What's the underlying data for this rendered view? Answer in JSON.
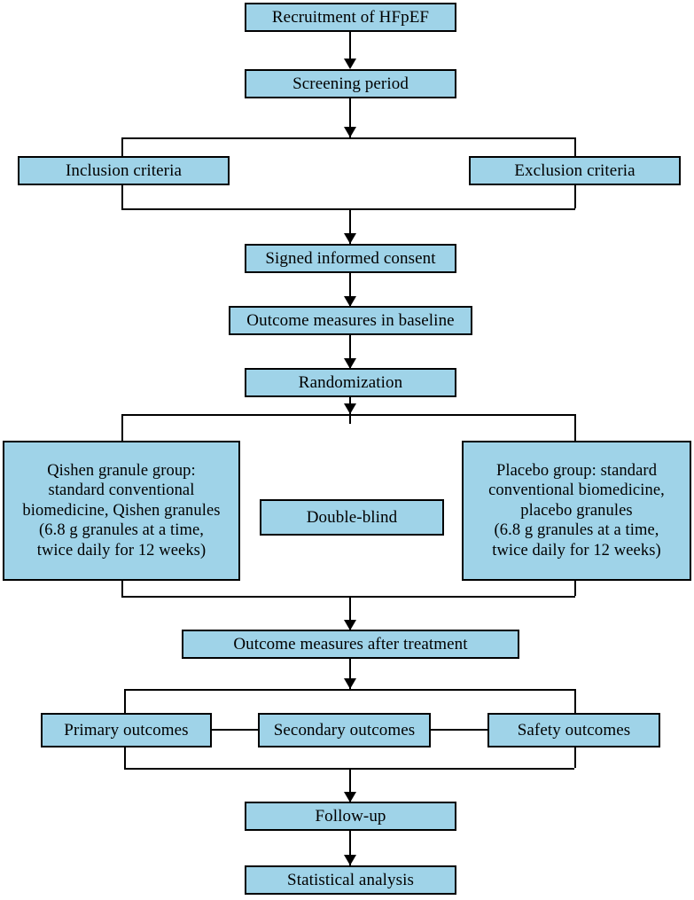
{
  "diagram": {
    "title": "HFpEF Qishen granule randomized controlled trial flowchart",
    "fill_color": "#9fd3e8",
    "border_color": "#000000",
    "background_color": "#ffffff"
  },
  "nodes": {
    "recruitment": "Recruitment of HFpEF",
    "screening": "Screening period",
    "inclusion": "Inclusion criteria",
    "exclusion": "Exclusion criteria",
    "consent": "Signed informed consent",
    "baseline": "Outcome measures in baseline",
    "randomization": "Randomization",
    "qishen_group": "Qishen granule group:\nstandard conventional\nbiomedicine, Qishen granules\n(6.8 g granules at a time,\ntwice daily for 12 weeks)",
    "double_blind": "Double-blind",
    "placebo_group": "Placebo group: standard\nconventional biomedicine,\nplacebo granules\n(6.8 g granules at a time,\ntwice daily for 12 weeks)",
    "after_treatment": "Outcome measures after treatment",
    "primary_outcomes": "Primary outcomes",
    "secondary_outcomes": "Secondary outcomes",
    "safety_outcomes": "Safety outcomes",
    "follow_up": "Follow-up",
    "statistical_analysis": "Statistical analysis"
  }
}
